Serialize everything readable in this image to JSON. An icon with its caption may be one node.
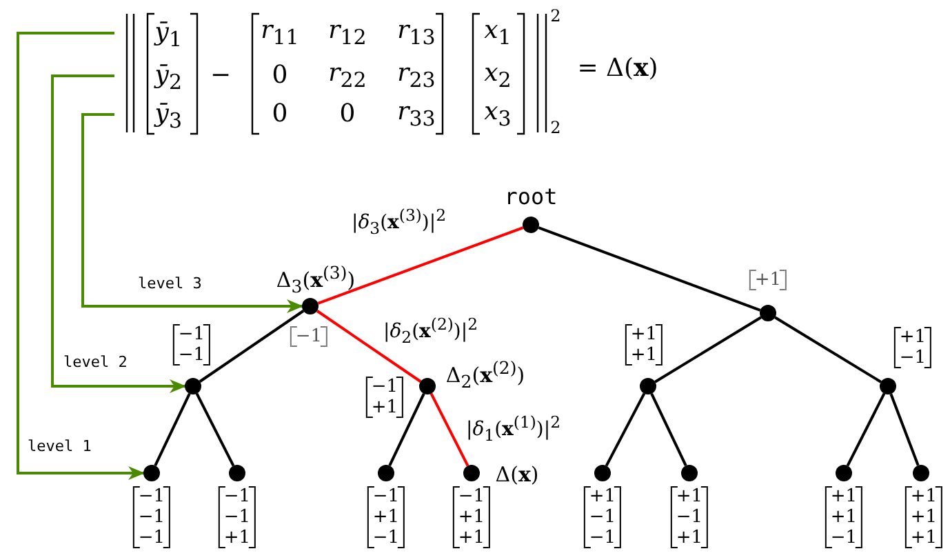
{
  "diagram": {
    "nodes": [
      {
        "text": [
          "*ȳ*$_{1}$"
        ]
      },
      {
        "text": [
          "*ȳ*$_{2}$"
        ]
      },
      {
        "text": [
          "*ȳ*$_{3}$"
        ]
      },
      {
        "text": [],
        "shape": "circle",
        "beside": [
          "root"
        ]
      },
      {
        "text": [],
        "shape": "circle",
        "beside": [
          "Δ$_{3}$(**x**$^{(3)}$)",
          "−1"
        ]
      },
      {
        "text": [],
        "shape": "circle",
        "beside": [
          "+1"
        ]
      },
      {
        "text": [],
        "shape": "circle",
        "beside": [
          "−1 −1"
        ]
      },
      {
        "text": [],
        "shape": "circle",
        "beside": [
          "−1 +1",
          "Δ$_{2}$(**x**$^{(2)}$)"
        ]
      },
      {
        "text": [],
        "shape": "circle",
        "beside": [
          "+1 +1"
        ]
      },
      {
        "text": [],
        "shape": "circle",
        "beside": [
          "+1 −1"
        ]
      },
      {
        "text": [],
        "shape": "circle",
        "beside": [
          "−1 −1 −1"
        ]
      },
      {
        "text": [],
        "shape": "circle",
        "beside": [
          "−1 −1 +1"
        ]
      },
      {
        "text": [],
        "shape": "circle",
        "beside": [
          "−1 +1 −1"
        ]
      },
      {
        "text": [],
        "shape": "circle",
        "beside": [
          "−1 +1 +1",
          "Δ(**x**)"
        ]
      },
      {
        "text": [],
        "shape": "circle",
        "beside": [
          "+1 −1 −1"
        ]
      },
      {
        "text": [],
        "shape": "circle",
        "beside": [
          "+1 −1 +1"
        ]
      },
      {
        "text": [],
        "shape": "circle",
        "beside": [
          "+1 +1 −1"
        ]
      },
      {
        "text": [],
        "shape": "circle",
        "beside": [
          "+1 +1 +1"
        ]
      }
    ],
    "edges": [
      {
        "from": 0,
        "to": 10,
        "arrow": "to",
        "label": "level 1",
        "color": "#4a8a00"
      },
      {
        "from": 1,
        "to": 6,
        "arrow": "to",
        "label": "level 2",
        "color": "#4a8a00"
      },
      {
        "from": 2,
        "to": 4,
        "arrow": "to",
        "label": "level 3",
        "color": "#4a8a00"
      },
      {
        "from": 3,
        "to": 4,
        "arrow": "none",
        "label": "|*δ*$_{3}$(**x**$^{(3)}$)|$^{2}$",
        "color": "#ff0000"
      },
      {
        "from": 3,
        "to": 5,
        "arrow": "none"
      },
      {
        "from": 4,
        "to": 6,
        "arrow": "none"
      },
      {
        "from": 4,
        "to": 7,
        "arrow": "none",
        "label": "|*δ*$_{2}$(**x**$^{(2)}$)|$^{2}$",
        "color": "#ff0000"
      },
      {
        "from": 5,
        "to": 8,
        "arrow": "none"
      },
      {
        "from": 5,
        "to": 9,
        "arrow": "none"
      },
      {
        "from": 6,
        "to": 10,
        "arrow": "none"
      },
      {
        "from": 6,
        "to": 11,
        "arrow": "none"
      },
      {
        "from": 7,
        "to": 12,
        "arrow": "none"
      },
      {
        "from": 7,
        "to": 13,
        "arrow": "none",
        "label": "|*δ*$_{1}$(**x**$^{(1)}$)|$^{2}$",
        "color": "#ff0000"
      },
      {
        "from": 8,
        "to": 14,
        "arrow": "none"
      },
      {
        "from": 8,
        "to": 15,
        "arrow": "none"
      },
      {
        "from": 9,
        "to": 16,
        "arrow": "none"
      },
      {
        "from": 9,
        "to": 17,
        "arrow": "none"
      }
    ],
    "labels": [
      "−",
      "*r*$_{11}$",
      "*r*$_{12}$",
      "*r*$_{13}$",
      "0",
      "*r*$_{22}$",
      "*r*$_{23}$",
      "0",
      "0",
      "*r*$_{33}$",
      "*x*$_{1}$",
      "*x*$_{2}$",
      "*x*$_{3}$",
      "2",
      "2",
      "= Δ(**x**)"
    ]
  }
}
